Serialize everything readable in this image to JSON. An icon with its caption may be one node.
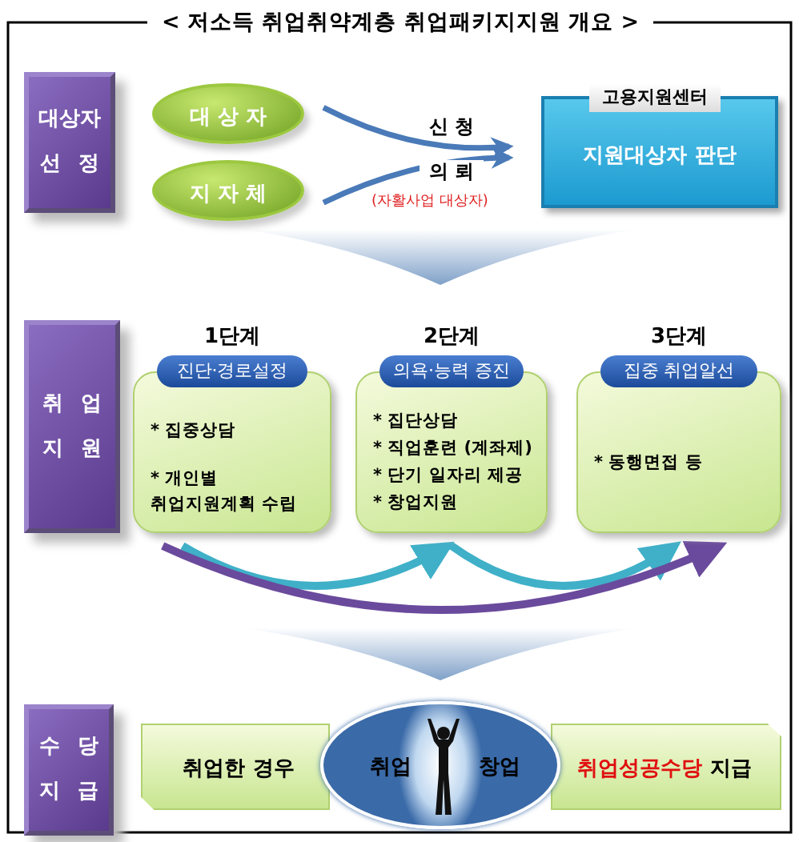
{
  "diagram": {
    "title": "< 저소득 취업취약계층 취업패키지지원 개요 >",
    "nodes": [
      {
        "text": [
          "대상자 선 정"
        ]
      },
      {
        "text": [
          "대 상 자"
        ]
      },
      {
        "text": [
          "지 자 체"
        ]
      },
      {
        "text": [
          "고용지원센터",
          "지원대상자 판단"
        ]
      },
      {
        "text": [
          "취 업 지 원"
        ]
      },
      {
        "text": [
          "진단·경로설정",
          "* 집중상담",
          "* 개인별 취업지원계획 수립"
        ],
        "beside": [
          "1단계"
        ]
      },
      {
        "text": [
          "의욕·능력 증진",
          "* 집단상담",
          "* 직업훈련 (계좌제)",
          "* 단기 일자리 제공",
          "* 창업지원"
        ],
        "beside": [
          "2단계"
        ]
      },
      {
        "text": [
          "집중 취업알선",
          "* 동행면접 등"
        ],
        "beside": [
          "3단계"
        ]
      },
      {
        "text": [
          "수 당 지 급"
        ]
      },
      {
        "text": [
          "취업한 경우"
        ]
      },
      {
        "text": [
          "**취업성공수당** 지급"
        ]
      },
      {
        "text": [
          "취업",
          "창업"
        ]
      }
    ],
    "edges": [
      {
        "from": 1,
        "to": 3,
        "arrow": "to",
        "label": "신 청",
        "color": "#4a7ab8"
      },
      {
        "from": 2,
        "to": 3,
        "arrow": "to",
        "label": "의 뢰",
        "color": "#4a7ab8"
      },
      {
        "from": 5,
        "to": 6,
        "arrow": "to",
        "color": "#3fb0c8"
      },
      {
        "from": 6,
        "to": 7,
        "arrow": "to",
        "color": "#3fb0c8"
      },
      {
        "from": 5,
        "to": 7,
        "arrow": "to",
        "color": "#6a4a9c"
      }
    ],
    "labels": [
      "(자활사업 대상자)"
    ]
  }
}
